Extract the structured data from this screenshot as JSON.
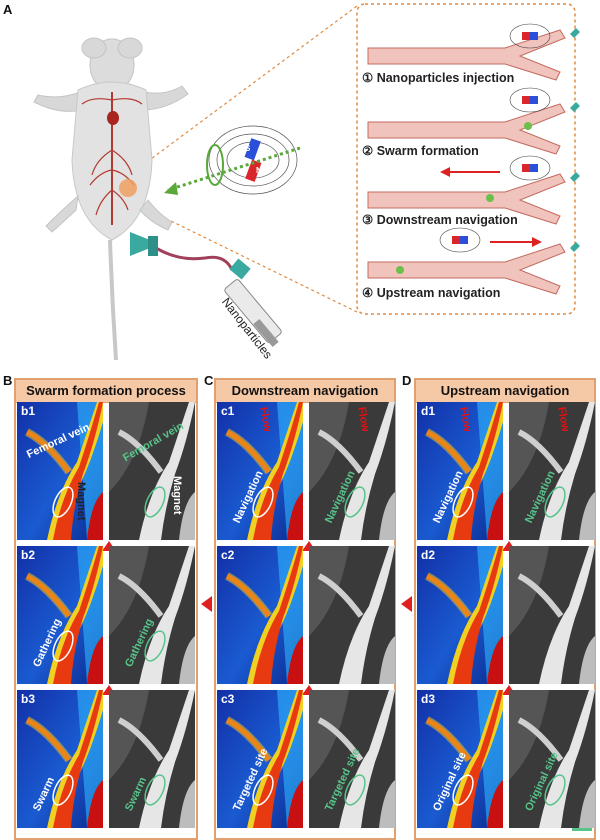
{
  "panels": {
    "a": "A",
    "b": "B",
    "c": "C",
    "d": "D"
  },
  "top": {
    "nanoparticles_label": "Nanoparticles",
    "magnet_s": "S",
    "magnet_n": "N",
    "steps": [
      {
        "num": "①",
        "text": "Nanoparticles injection"
      },
      {
        "num": "②",
        "text": "Swarm formation"
      },
      {
        "num": "③",
        "text": "Downstream navigation"
      },
      {
        "num": "④",
        "text": "Upstream navigation"
      }
    ]
  },
  "columns": [
    {
      "header": "Swarm formation process",
      "rows": [
        {
          "tag": "b1",
          "color_label": "Femoral vein",
          "gray_label": "Femoral vein",
          "extra_white": "Magnet",
          "extra_gray": "Magnet"
        },
        {
          "tag": "b2",
          "color_label": "Gathering",
          "gray_label": "Gathering"
        },
        {
          "tag": "b3",
          "color_label": "Swarm",
          "gray_label": "Swarm"
        }
      ]
    },
    {
      "header": "Downstream navigation",
      "rows": [
        {
          "tag": "c1",
          "color_label": "Navigation",
          "gray_label": "Navigation",
          "flow": "Flow",
          "flow2": "Flow"
        },
        {
          "tag": "c2",
          "color_label": "",
          "gray_label": ""
        },
        {
          "tag": "c3",
          "color_label": "Targeted site",
          "gray_label": "Targeted site"
        }
      ]
    },
    {
      "header": "Upstream navigation",
      "rows": [
        {
          "tag": "d1",
          "color_label": "Navigation",
          "gray_label": "Navigation",
          "flow": "Flow",
          "flow2": "Flow"
        },
        {
          "tag": "d2",
          "color_label": "",
          "gray_label": ""
        },
        {
          "tag": "d3",
          "color_label": "Original site",
          "gray_label": "Original site"
        }
      ]
    }
  ],
  "colors": {
    "accent_border": "#e0a070",
    "header_fill": "#f6c9a6",
    "arrow_red": "#e02020",
    "green": "#57c48a"
  }
}
